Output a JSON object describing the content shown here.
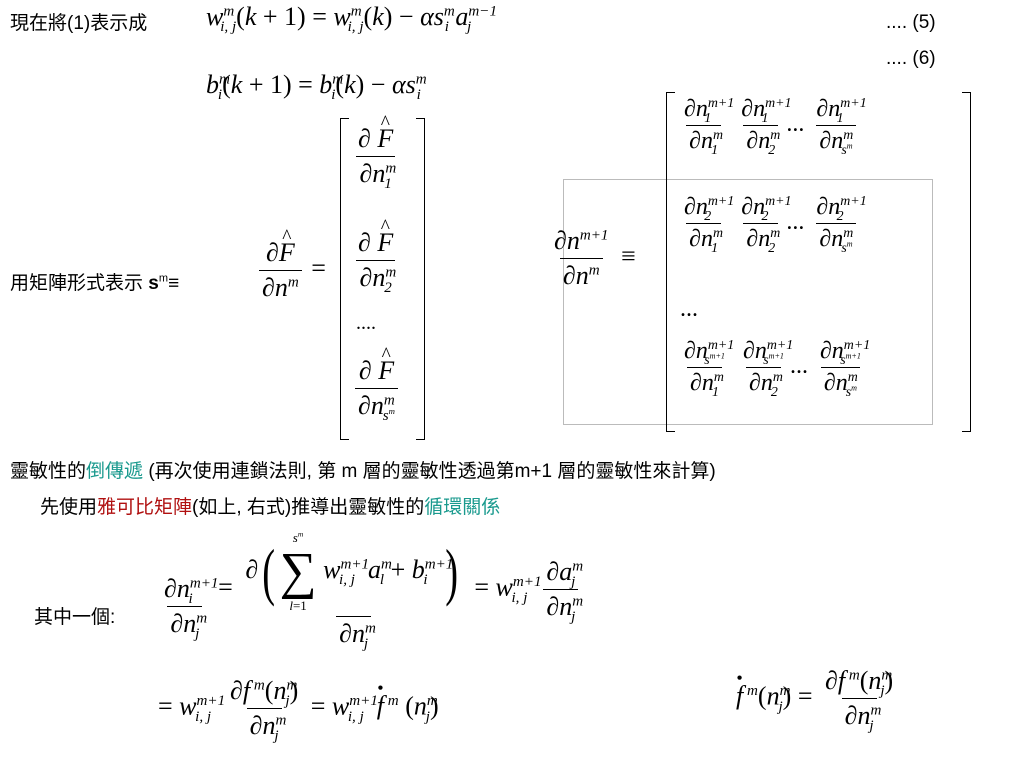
{
  "labels": {
    "intro": "現在將(1)表示成",
    "eq5": ".... (5)",
    "eq6": ".... (6)",
    "matrix_form": "用矩陣形式表示",
    "s_symbol": "s",
    "s_sup": "m",
    "equiv": "≡",
    "vdots": "....",
    "hdots": "...",
    "sentence1_a": "靈敏性的",
    "sentence1_b": "倒傳遞",
    "sentence1_c": "(再次使用連鎖法則, 第 m 層的靈敏性透過第m+1 層的靈敏性來計算)",
    "sentence2_a": "先使用",
    "sentence2_b": "雅可比矩陣",
    "sentence2_c": "(如上, 右式)推導出靈敏性的",
    "sentence2_d": "循環關係",
    "one_of": "其中一個:"
  },
  "colors": {
    "teal": "#1a9a8e",
    "red": "#b01010"
  }
}
